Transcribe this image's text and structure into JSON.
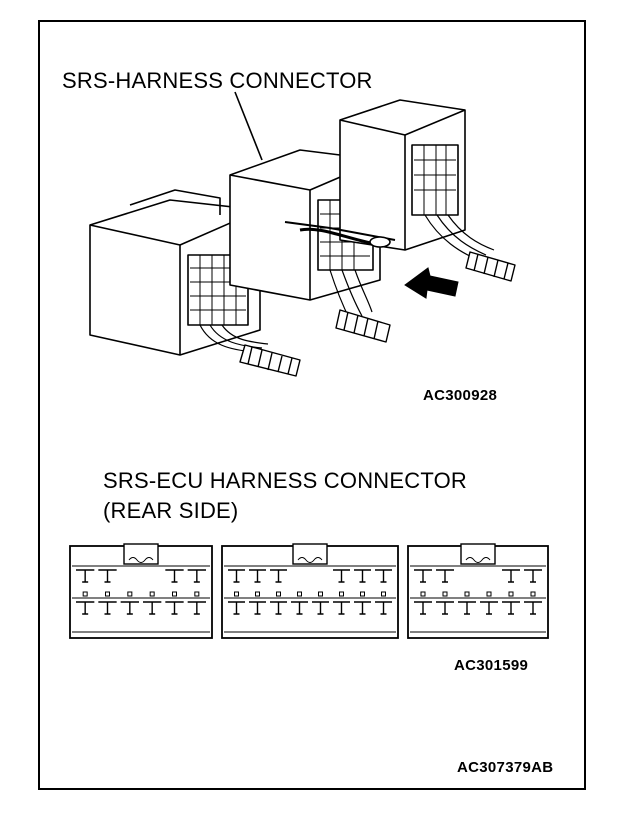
{
  "labels": {
    "harness_connector": "SRS-HARNESS CONNECTOR",
    "figure_id_top": "AC300928",
    "ecu_connector_line1": "SRS-ECU HARNESS CONNECTOR",
    "ecu_connector_line2": "(REAR SIDE)",
    "figure_id_bottom": "AC301599",
    "figure_id_page": "AC307379AB"
  },
  "connectors": {
    "count": 3,
    "style": "line-art"
  }
}
